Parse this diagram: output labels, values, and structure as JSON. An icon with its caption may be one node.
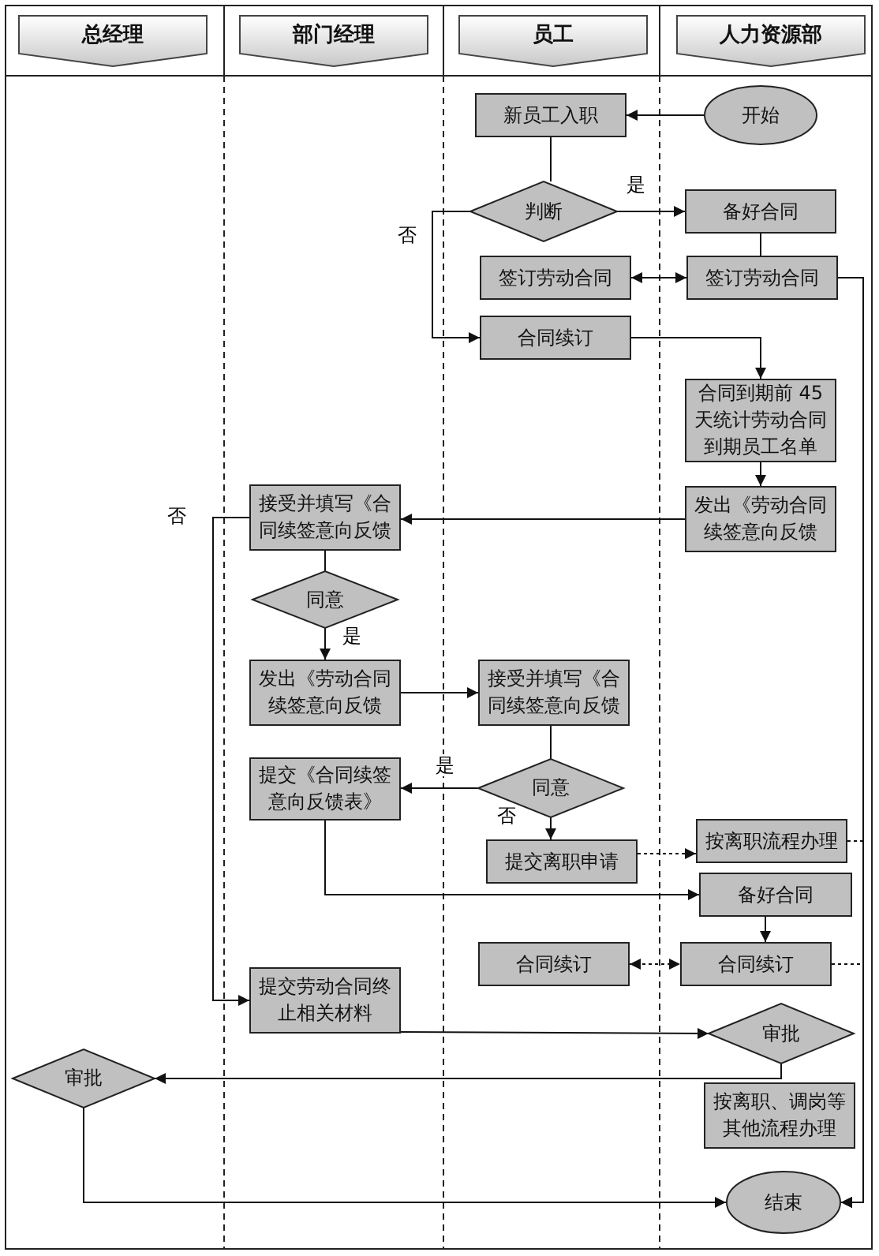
{
  "diagram": {
    "nodes": [
      {
        "text": [
          "总经理"
        ]
      },
      {
        "text": [
          "部门经理"
        ]
      },
      {
        "text": [
          "员工"
        ]
      },
      {
        "text": [
          "人力资源部"
        ]
      },
      {
        "text": [
          "开始"
        ]
      },
      {
        "text": [
          "新员工入职"
        ]
      },
      {
        "text": [
          "判断"
        ]
      },
      {
        "text": [
          "备好合同"
        ]
      },
      {
        "text": [
          "签订劳动合同"
        ]
      },
      {
        "text": [
          "签订劳动合同"
        ]
      },
      {
        "text": [
          "合同续订"
        ]
      },
      {
        "text": [
          "合同到期前 45 天统计劳动合同到期员工名单"
        ]
      },
      {
        "text": [
          "发出《劳动合同续签意向反馈"
        ]
      },
      {
        "text": [
          "接受并填写《合同续签意向反馈"
        ]
      },
      {
        "text": [
          "同意"
        ]
      },
      {
        "text": [
          "发出《劳动合同续签意向反馈"
        ]
      },
      {
        "text": [
          "接受并填写《合同续签意向反馈"
        ]
      },
      {
        "text": [
          "提交《合同续签意向反馈表》"
        ]
      },
      {
        "text": [
          "同意"
        ]
      },
      {
        "text": [
          "提交离职申请"
        ]
      },
      {
        "text": [
          "按离职流程办理"
        ]
      },
      {
        "text": [
          "备好合同"
        ]
      },
      {
        "text": [
          "合同续订"
        ]
      },
      {
        "text": [
          "合同续订"
        ]
      },
      {
        "text": [
          "提交劳动合同终止相关材料"
        ]
      },
      {
        "text": [
          "审批"
        ]
      },
      {
        "text": [
          "审批"
        ]
      },
      {
        "text": [
          "按离职、调岗等其他流程办理"
        ]
      },
      {
        "text": [
          "结束"
        ]
      }
    ],
    "edges": [
      {
        "from": 4,
        "to": 5,
        "arrow": "to"
      },
      {
        "from": 5,
        "to": 6,
        "arrow": "none"
      },
      {
        "from": 6,
        "to": 7,
        "arrow": "to",
        "label": "是"
      },
      {
        "from": 6,
        "to": 10,
        "arrow": "to",
        "label": "否"
      },
      {
        "from": 7,
        "to": 9,
        "arrow": "none"
      },
      {
        "from": 8,
        "to": 9,
        "arrow": "both"
      },
      {
        "from": 9,
        "to": 28,
        "arrow": "to"
      },
      {
        "from": 10,
        "to": 11,
        "arrow": "to"
      },
      {
        "from": 11,
        "to": 12,
        "arrow": "to"
      },
      {
        "from": 12,
        "to": 13,
        "arrow": "to"
      },
      {
        "from": 13,
        "to": 14,
        "arrow": "none"
      },
      {
        "from": 14,
        "to": 15,
        "arrow": "to",
        "label": "是"
      },
      {
        "from": 13,
        "to": 24,
        "arrow": "to",
        "label": "否"
      },
      {
        "from": 15,
        "to": 16,
        "arrow": "to"
      },
      {
        "from": 16,
        "to": 18,
        "arrow": "none"
      },
      {
        "from": 18,
        "to": 17,
        "arrow": "to",
        "label": "是"
      },
      {
        "from": 18,
        "to": 19,
        "arrow": "to",
        "label": "否"
      },
      {
        "from": 19,
        "to": 20,
        "arrow": "to",
        "style": "dashed"
      },
      {
        "from": 20,
        "to": 28,
        "arrow": "to",
        "style": "dashed"
      },
      {
        "from": 17,
        "to": 21,
        "arrow": "to"
      },
      {
        "from": 21,
        "to": 23,
        "arrow": "to"
      },
      {
        "from": 22,
        "to": 23,
        "arrow": "both",
        "style": "dashed"
      },
      {
        "from": 23,
        "to": 28,
        "arrow": "to",
        "style": "dashed"
      },
      {
        "from": 24,
        "to": 25,
        "arrow": "to"
      },
      {
        "from": 25,
        "to": 26,
        "arrow": "to"
      },
      {
        "from": 26,
        "to": 28,
        "arrow": "to"
      }
    ]
  }
}
